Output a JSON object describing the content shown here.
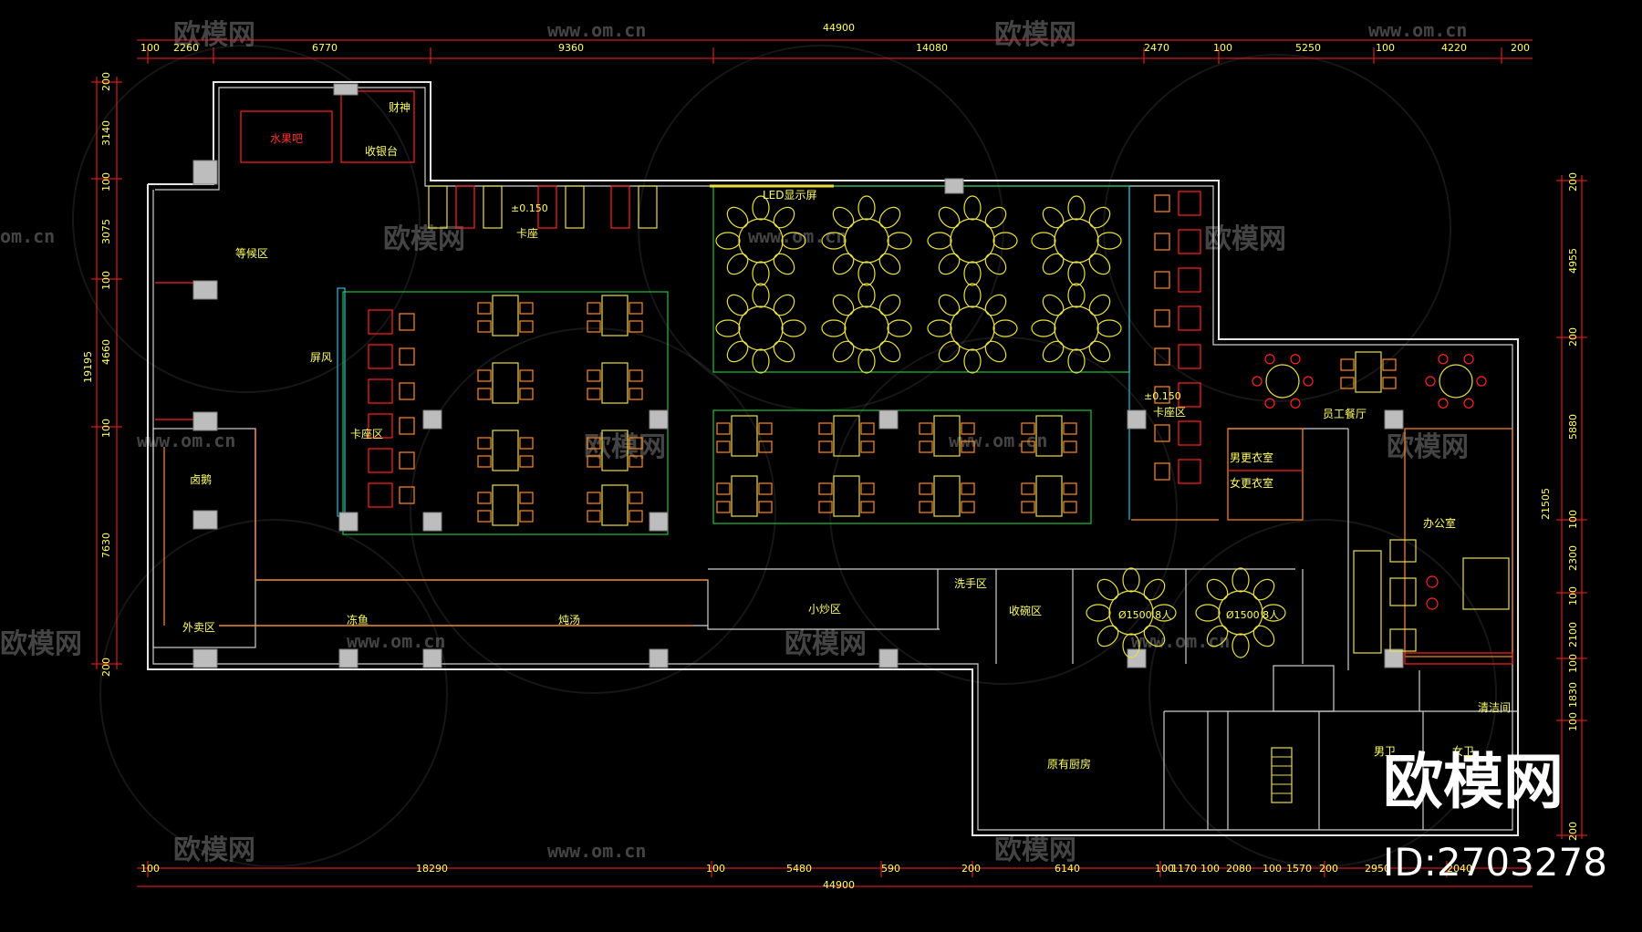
{
  "dimensions": {
    "top_total": "44900",
    "bottom_total": "44900",
    "top": [
      "100",
      "2260",
      "6770",
      "9360",
      "14080",
      "2470",
      "100",
      "5250",
      "100",
      "4220",
      "200"
    ],
    "bottom": [
      "100",
      "18290",
      "100",
      "5480",
      "590",
      "200",
      "6140",
      "100",
      "1170",
      "100",
      "2080",
      "100",
      "1570",
      "200",
      "2950",
      "2040"
    ],
    "left_total": "19195",
    "left": [
      "200",
      "3140",
      "100",
      "3075",
      "100",
      "4660",
      "100",
      "7630",
      "200"
    ],
    "right_total": "21505",
    "right": [
      "200",
      "4955",
      "200",
      "5880",
      "100",
      "2300",
      "100",
      "2100",
      "100",
      "1830",
      "100",
      "200"
    ]
  },
  "rooms": {
    "fruit_bar": "水果吧",
    "god_of_wealth": "财神",
    "cashier": "收银台",
    "waiting": "等候区",
    "screen": "屏风",
    "booth_area_left": "卡座区",
    "booth": "卡座",
    "led_screen": "LED显示屏",
    "booth_area_right": "卡座区",
    "staff_dining": "员工餐厅",
    "male_locker": "男更衣室",
    "female_locker": "女更衣室",
    "office": "办公室",
    "braised_goose": "卤鹅",
    "takeaway": "外卖区",
    "frozen_fish": "冻鱼",
    "stew_soup": "炖汤",
    "stir_fry": "小炒区",
    "hand_wash": "洗手区",
    "dish_collection": "收碗区",
    "original_kitchen": "原有厨房",
    "men_wc": "男卫",
    "women_wc": "女卫",
    "cleaning_room": "清洁间",
    "table_a": "Ø1500 8人",
    "table_b": "Ø1500 8人",
    "level_a": "±0.150",
    "level_b": "±0.150"
  },
  "watermark": {
    "logo": "欧模网",
    "url": "www.om.cn",
    "url_partial": "om.cn",
    "big_logo": "欧模网",
    "id": "ID:2703278"
  }
}
